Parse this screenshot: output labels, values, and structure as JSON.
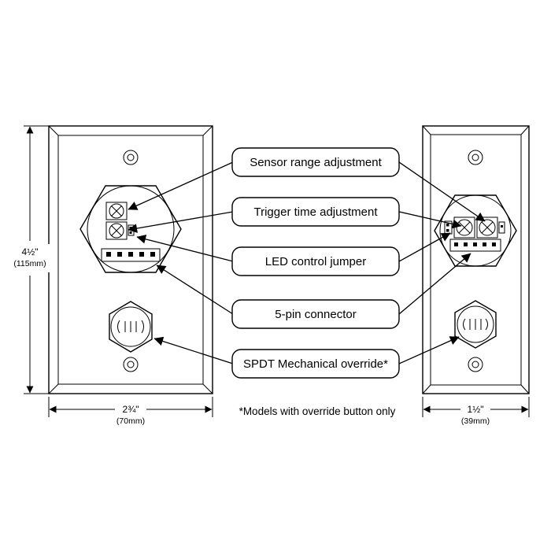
{
  "diagram": {
    "callouts": {
      "sensor_range": "Sensor range adjustment",
      "trigger_time": "Trigger time adjustment",
      "led_jumper": "LED control jumper",
      "five_pin": "5-pin connector",
      "spdt": "SPDT Mechanical override*"
    },
    "footnote": "*Models with override button only",
    "dimensions": {
      "left_height_in": "4½\"",
      "left_height_mm": "(115mm)",
      "left_width_in": "2¾\"",
      "left_width_mm": "(70mm)",
      "right_width_in": "1½\"",
      "right_width_mm": "(39mm)"
    },
    "colors": {
      "line": "#000000",
      "background": "#ffffff"
    }
  }
}
